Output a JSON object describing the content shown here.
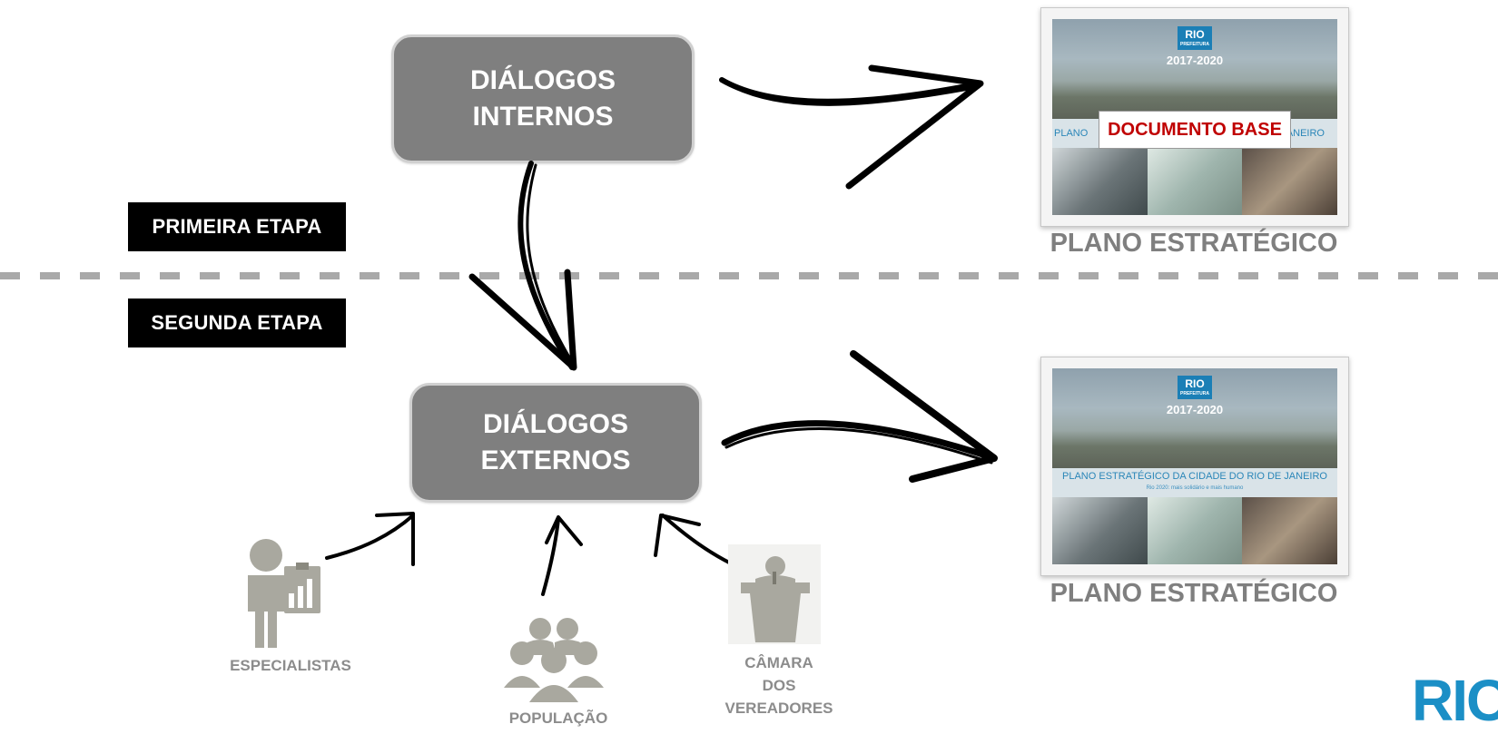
{
  "stages": {
    "first": "PRIMEIRA ETAPA",
    "second": "SEGUNDA ETAPA"
  },
  "dialogs": {
    "internal": [
      "DIÁLOGOS",
      "INTERNOS"
    ],
    "external": [
      "DIÁLOGOS",
      "EXTERNOS"
    ]
  },
  "covers": {
    "years": "2017-2020",
    "logo_text": "RIO",
    "logo_sub": "PREFEITURA",
    "band_left": "PLANO",
    "band_right": "ANEIRO",
    "band_full": "PLANO ESTRATÉGICO DA CIDADE DO RIO DE JANEIRO",
    "band_sub": "Rio 2020: mais solidário e mais humano"
  },
  "document_base": "DOCUMENTO BASE",
  "plan_label": "PLANO ESTRATÉGICO",
  "inputs": {
    "specialists": "ESPECIALISTAS",
    "population": "POPULAÇÃO",
    "council": [
      "CÂMARA",
      "DOS",
      "VEREADORES"
    ]
  },
  "brand": "RIO",
  "colors": {
    "box_fill": "#7f7f7f",
    "stage_fill": "#000000",
    "doc_base_text": "#c00000",
    "icon_gray": "#a9a89f",
    "brand_blue": "#1b8fc6"
  }
}
